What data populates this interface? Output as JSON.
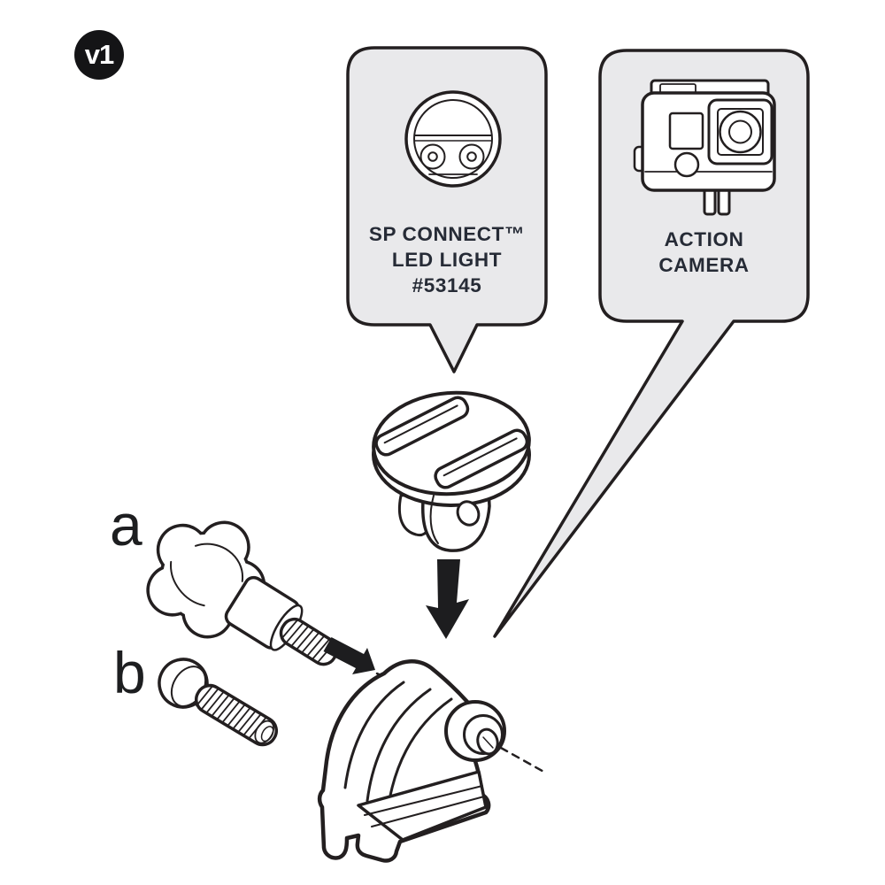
{
  "diagram": {
    "version_badge": "v1",
    "description": "Assembly instruction step showing adapter and screws mounting to action-camera mount base"
  },
  "callouts": {
    "led_light": {
      "icon": "led-light-icon",
      "line1": "SP CONNECT™",
      "line2": "LED LIGHT",
      "line3": "#53145"
    },
    "action_camera": {
      "icon": "action-camera-icon",
      "line1": "ACTION",
      "line2": "CAMERA"
    }
  },
  "parts": {
    "label_a": "a",
    "label_b": "b",
    "part_a": "thumb-screw",
    "part_b": "bolt",
    "adapter": "camera-mount-adapter",
    "base": "action-mount-base"
  },
  "colors": {
    "line": "#231f20",
    "bubble_fill": "#e9e9eb",
    "text": "#262b36",
    "badge_bg": "#141416",
    "badge_text": "#ffffff",
    "background": "#ffffff"
  }
}
